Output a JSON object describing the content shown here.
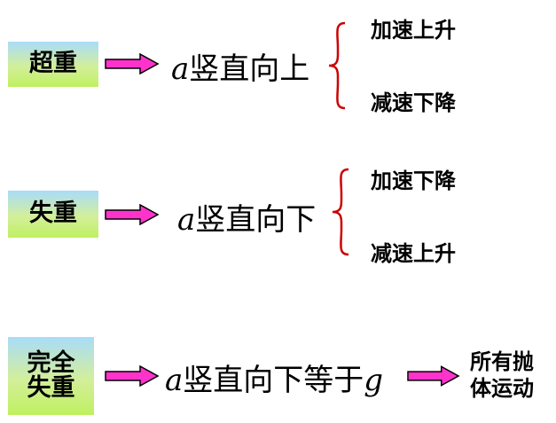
{
  "rows": [
    {
      "box_label": "超重",
      "condition_var": "a",
      "condition_text": "竖直向上",
      "options": [
        "加速上升",
        "减速下降"
      ]
    },
    {
      "box_label": "失重",
      "condition_var": "a",
      "condition_text": "竖直向下",
      "options": [
        "加速下降",
        "减速上升"
      ]
    },
    {
      "box_label_line1": "完全",
      "box_label_line2": "失重",
      "condition_var": "a",
      "condition_text": "竖直向下等于",
      "condition_var2": "g",
      "result_line1": "所有抛",
      "result_line2": "体运动"
    }
  ],
  "colors": {
    "arrow_fill": "#ff33cc",
    "brace": "#cc0000",
    "box_gradient": [
      "#a9dcf9",
      "#d3ef9a",
      "#bff060"
    ]
  },
  "icons": {
    "arrow": "right-arrow-icon",
    "brace": "left-curly-brace-icon"
  }
}
